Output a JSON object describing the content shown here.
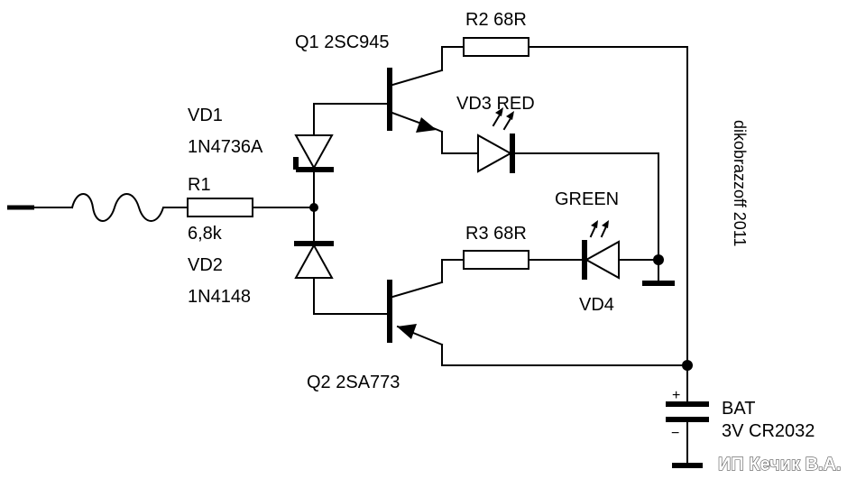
{
  "labels": {
    "q1": "Q1  2SC945",
    "q2": "Q2  2SA773",
    "r2": "R2  68R",
    "r3": "R3  68R",
    "r1_name": "R1",
    "r1_value": "6,8k",
    "vd1_name": "VD1",
    "vd1_part": "1N4736A",
    "vd2_name": "VD2",
    "vd2_part": "1N4148",
    "vd3": "VD3   RED",
    "vd4_name": "VD4",
    "vd4_color": "GREEN",
    "bat_name": "BAT",
    "bat_spec": "3V CR2032",
    "bat_plus": "+",
    "bat_minus": "−",
    "author": "dikobrazzoff 2011",
    "watermark": "ИП Кечик В.А."
  },
  "colors": {
    "ink": "#000000",
    "background": "#ffffff"
  }
}
